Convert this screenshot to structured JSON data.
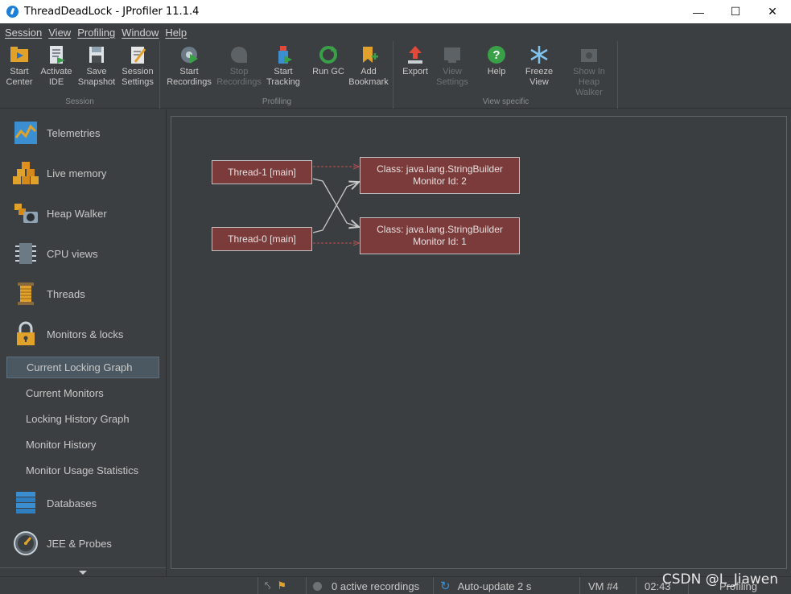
{
  "window": {
    "title": "ThreadDeadLock - JProfiler 11.1.4"
  },
  "menu": [
    "Session",
    "View",
    "Profiling",
    "Window",
    "Help"
  ],
  "toolbar": {
    "groups": [
      {
        "label": "Session",
        "buttons": [
          {
            "label": "Start\nCenter",
            "icon": "start-center-icon"
          },
          {
            "label": "Activate\nIDE",
            "icon": "activate-ide-icon"
          },
          {
            "label": "Save\nSnapshot",
            "icon": "save-snapshot-icon"
          },
          {
            "label": "Session\nSettings",
            "icon": "session-settings-icon"
          }
        ]
      },
      {
        "label": "Profiling",
        "buttons": [
          {
            "label": "Start\nRecordings",
            "icon": "start-recordings-icon"
          },
          {
            "label": "Stop\nRecordings",
            "icon": "stop-recordings-icon",
            "disabled": true
          },
          {
            "label": "Start\nTracking",
            "icon": "start-tracking-icon"
          },
          {
            "label": "Run GC",
            "icon": "run-gc-icon"
          },
          {
            "label": "Add\nBookmark",
            "icon": "add-bookmark-icon"
          }
        ]
      },
      {
        "label": "View specific",
        "buttons": [
          {
            "label": "Export",
            "icon": "export-icon"
          },
          {
            "label": "View\nSettings",
            "icon": "view-settings-icon",
            "disabled": true
          },
          {
            "label": "Help",
            "icon": "help-icon"
          },
          {
            "label": "Freeze\nView",
            "icon": "freeze-view-icon"
          },
          {
            "label": "Show In\nHeap Walker",
            "icon": "show-in-heap-walker-icon",
            "disabled": true
          }
        ]
      }
    ]
  },
  "sidebar": {
    "sections": [
      {
        "label": "Telemetries",
        "icon": "telemetries-icon"
      },
      {
        "label": "Live memory",
        "icon": "live-memory-icon"
      },
      {
        "label": "Heap Walker",
        "icon": "heap-walker-icon"
      },
      {
        "label": "CPU views",
        "icon": "cpu-views-icon"
      },
      {
        "label": "Threads",
        "icon": "threads-icon"
      },
      {
        "label": "Monitors & locks",
        "icon": "lock-icon"
      }
    ],
    "monitor_items": [
      {
        "label": "Current Locking Graph",
        "active": true
      },
      {
        "label": "Current Monitors"
      },
      {
        "label": "Locking History Graph"
      },
      {
        "label": "Monitor History"
      },
      {
        "label": "Monitor Usage Statistics"
      }
    ],
    "more_sections": [
      {
        "label": "Databases",
        "icon": "databases-icon"
      },
      {
        "label": "JEE & Probes",
        "icon": "jee-probes-icon"
      }
    ]
  },
  "graph": {
    "threads": [
      "Thread-1 [main]",
      "Thread-0 [main]"
    ],
    "monitors": [
      {
        "class": "Class: java.lang.StringBuilder",
        "id": "Monitor Id: 2"
      },
      {
        "class": "Class: java.lang.StringBuilder",
        "id": "Monitor Id: 1"
      }
    ],
    "colors": {
      "node_fill": "#7a3b3a",
      "owns_edge": "#c0504d",
      "waits_edge": "#c0c0c0"
    }
  },
  "status": {
    "recordings": "0 active recordings",
    "autoupdate": "Auto-update 2 s",
    "vm": "VM #4",
    "time": "02:43",
    "mode": "Profiling"
  },
  "watermark": "CSDN @L_Jiawen"
}
